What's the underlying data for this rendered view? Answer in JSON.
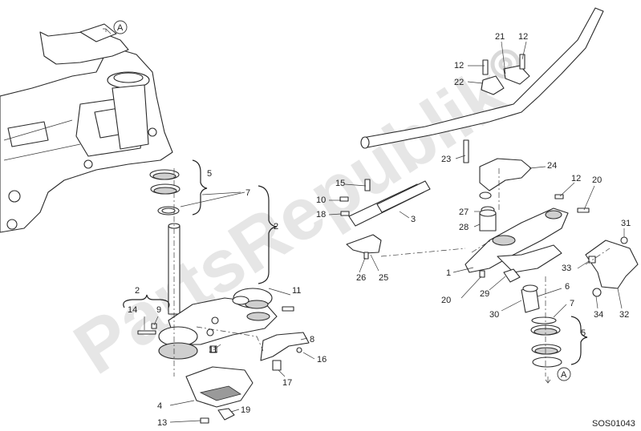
{
  "watermark": {
    "text": "PartsRepublik",
    "color": "#d9d9d9"
  },
  "drawing_code": "SOS01043",
  "ref_markers": {
    "top": "A",
    "bottom": "A"
  },
  "callouts": {
    "c1": "1",
    "c2a": "2",
    "c2b": "2",
    "c3": "3",
    "c4": "4",
    "c5a": "5",
    "c5b": "5",
    "c6": "6",
    "c7a": "7",
    "c7b": "7",
    "c8": "8",
    "c9": "9",
    "c10": "10",
    "c11a": "11",
    "c11b": "11",
    "c12a": "12",
    "c12b": "12",
    "c12c": "12",
    "c13": "13",
    "c14": "14",
    "c15": "15",
    "c16": "16",
    "c17": "17",
    "c18": "18",
    "c19": "19",
    "c20a": "20",
    "c20b": "20",
    "c21": "21",
    "c22": "22",
    "c23": "23",
    "c24": "24",
    "c25": "25",
    "c26": "26",
    "c27": "27",
    "c28": "28",
    "c29": "29",
    "c30": "30",
    "c31": "31",
    "c32": "32",
    "c33": "33",
    "c34": "34"
  }
}
